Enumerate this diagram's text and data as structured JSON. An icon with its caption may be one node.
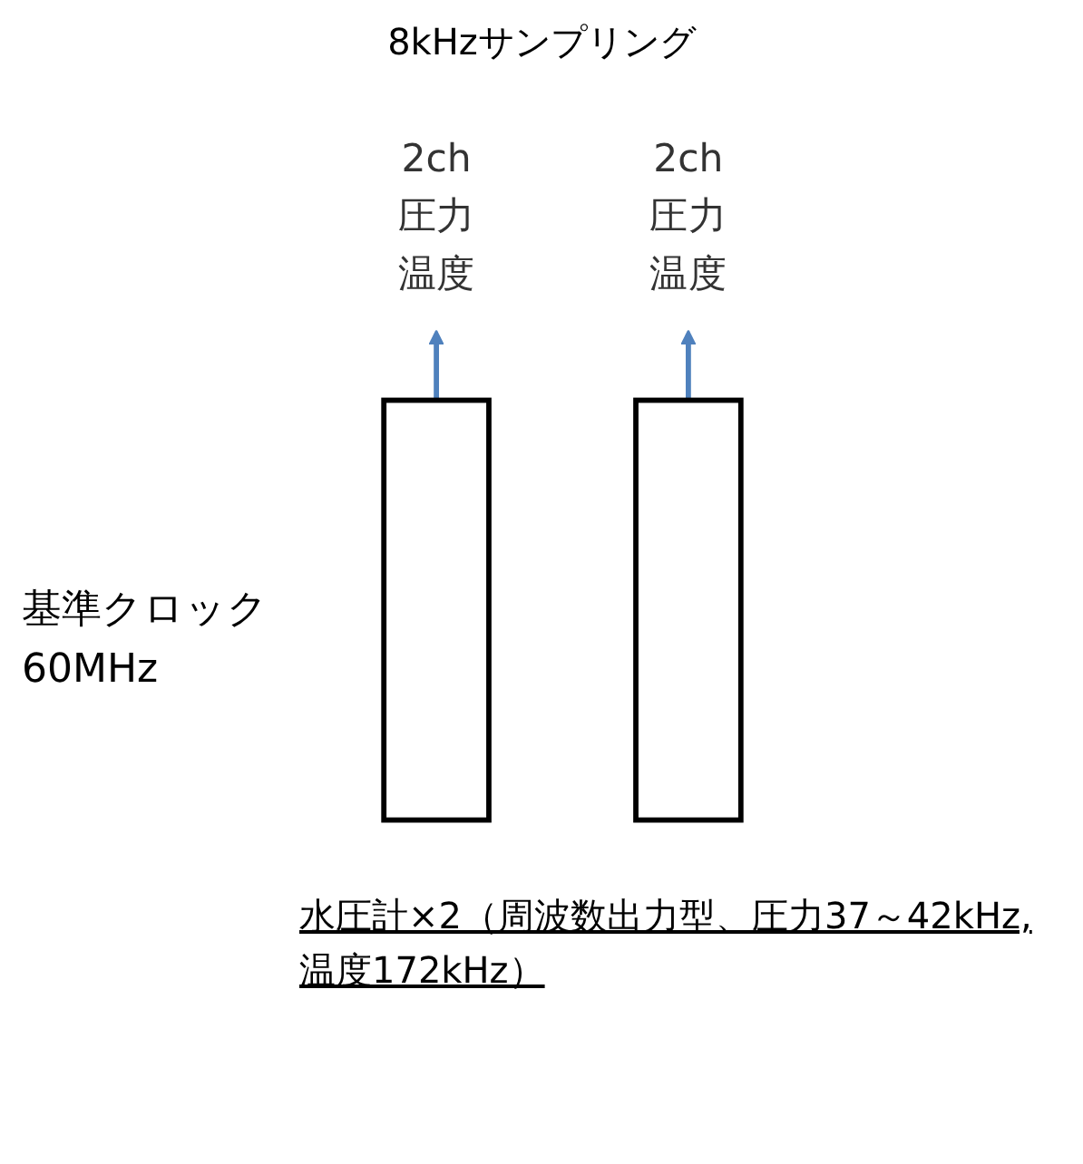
{
  "diagram": {
    "nodes": [
      {
        "text": [
          "2ch",
          "圧力",
          "温度"
        ]
      },
      {
        "text": [
          "2ch",
          "圧力",
          "温度"
        ]
      },
      {
        "text": [],
        "shape": "box"
      },
      {
        "text": [],
        "shape": "box"
      }
    ],
    "edges": [
      {
        "from": 2,
        "to": 0,
        "arrow": "to"
      },
      {
        "from": 3,
        "to": 1,
        "arrow": "to"
      }
    ],
    "labels": [
      "8kHzサンプリング",
      "基準クロック 60MHz",
      "水圧計×2（周波数出力型、圧力37～42kHz,温度172kHz）"
    ]
  }
}
